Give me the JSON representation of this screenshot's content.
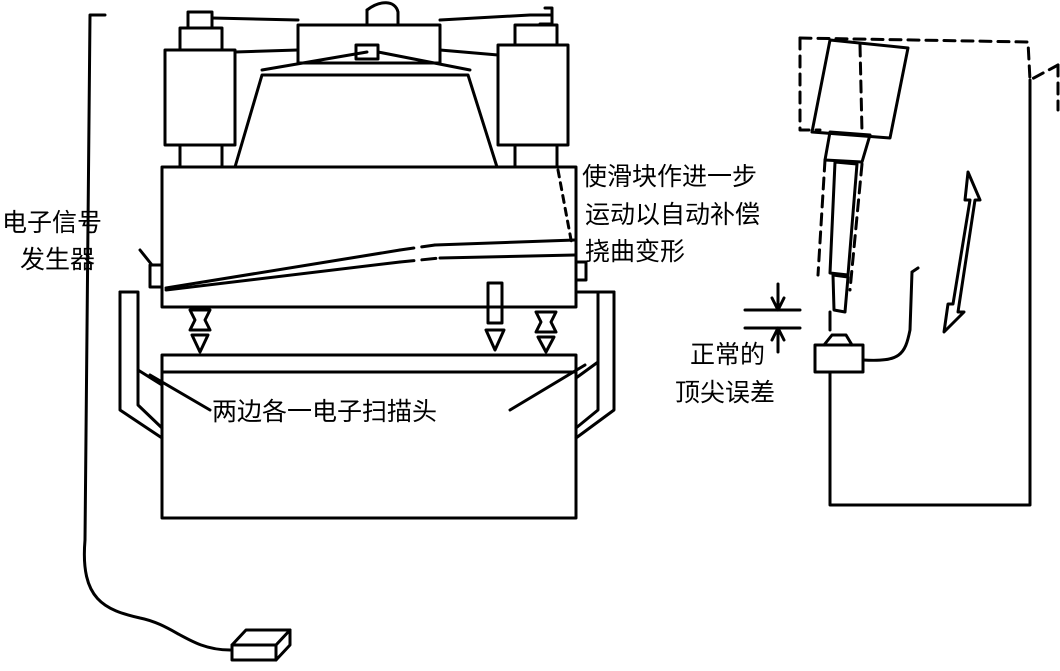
{
  "labels": {
    "signal_generator": [
      "电子信号",
      "发生器"
    ],
    "compensation_note": [
      "使滑块作进一步",
      "运动以自动补偿",
      "挠曲变形"
    ],
    "scan_heads": "两边各一电子扫描头",
    "tip_error": [
      "正常的",
      "顶尖误差"
    ]
  },
  "colors": {
    "ink": "#000000",
    "paper": "#ffffff"
  },
  "icons": [
    "foot-pedal-icon",
    "double-arrow-icon",
    "scan-head-icon"
  ]
}
